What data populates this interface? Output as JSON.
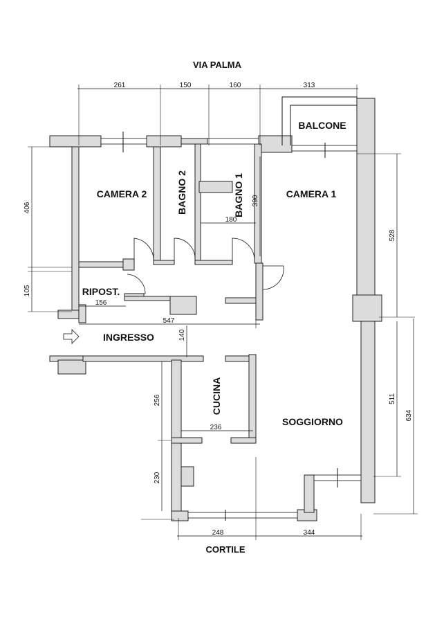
{
  "streets": {
    "north": "VIA PALMA",
    "south": "CORTILE"
  },
  "rooms": {
    "camera2": "CAMERA 2",
    "bagno2": "BAGNO 2",
    "bagno1": "BAGNO 1",
    "camera1": "CAMERA 1",
    "balcone": "BALCONE",
    "ripost": "RIPOST.",
    "ingresso": "INGRESSO",
    "cucina": "CUCINA",
    "soggiorno": "SOGGIORNO"
  },
  "dimensions": {
    "top_261": "261",
    "top_150": "150",
    "top_160": "160",
    "top_313": "313",
    "left_406": "406",
    "left_105": "105",
    "right_528": "528",
    "right_511": "511",
    "right_634": "634",
    "bagno1_width": "180",
    "bagno1_height": "390",
    "ripost_width": "156",
    "corridor_547": "547",
    "ingresso_140": "140",
    "cucina_236": "236",
    "left_256": "256",
    "left_230": "230",
    "bottom_248": "248",
    "bottom_344": "344"
  }
}
